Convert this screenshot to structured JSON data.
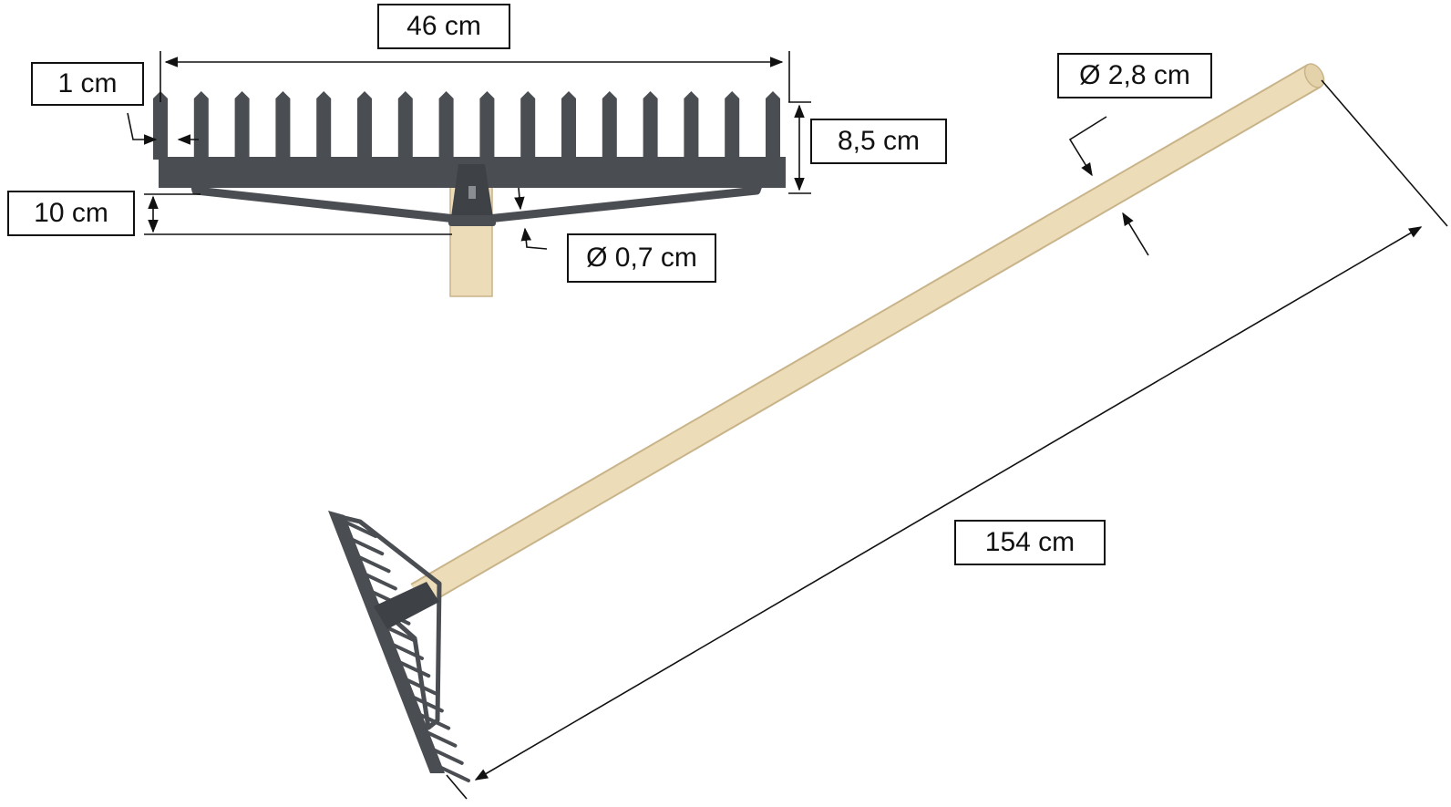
{
  "colors": {
    "metal": "#4a4d52",
    "metal_dark": "#2e3034",
    "wood": "#ecdcb8",
    "wood_edge": "#c9b48a",
    "line": "#111111"
  },
  "labels": {
    "width": "46 cm",
    "tooth_width": "1 cm",
    "tooth_length": "8,5 cm",
    "brace_height": "10 cm",
    "rod_diameter": "Ø 0,7 cm",
    "handle_diameter": "Ø 2,8 cm",
    "total_length": "154 cm"
  }
}
